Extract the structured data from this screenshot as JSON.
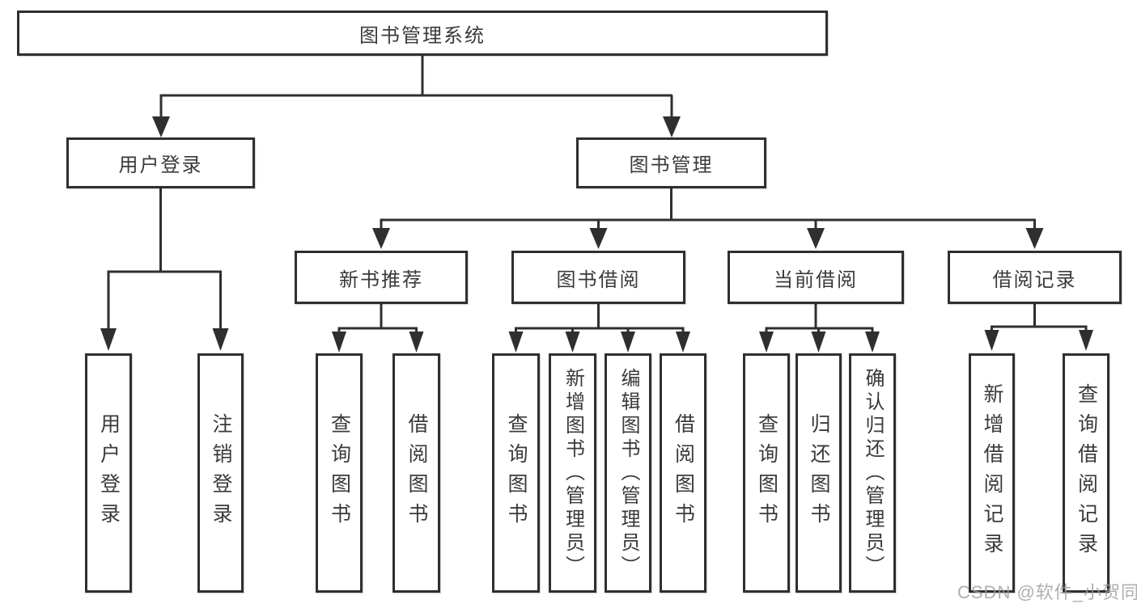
{
  "chart": {
    "root": "图书管理系统",
    "user_login": {
      "label": "用户登录",
      "children": [
        "用户登录",
        "注销登录"
      ]
    },
    "book_mgmt": {
      "label": "图书管理",
      "sections": [
        {
          "label": "新书推荐",
          "children": [
            "查询图书",
            "借阅图书"
          ]
        },
        {
          "label": "图书借阅",
          "children": [
            "查询图书",
            "新增图书（管理员）",
            "编辑图书（管理员）",
            "借阅图书"
          ]
        },
        {
          "label": "当前借阅",
          "children": [
            "查询图书",
            "归还图书",
            "确认归还（管理员）"
          ]
        },
        {
          "label": "借阅记录",
          "children": [
            "新增借阅记录",
            "查询借阅记录"
          ]
        }
      ]
    }
  },
  "watermark": "CSDN @软件_小贺同学",
  "colors": {
    "line": "#2f2f2f",
    "text": "#3a3a3a",
    "box_background": "#ffffff",
    "watermark": "#9e9e9e"
  }
}
